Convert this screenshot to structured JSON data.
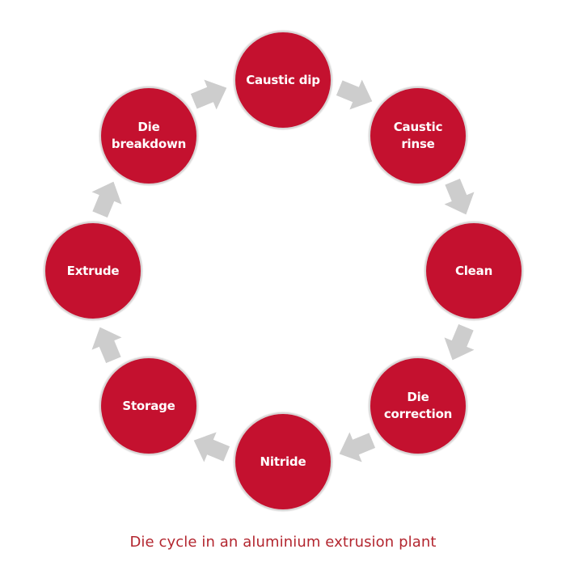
{
  "diagram": {
    "type": "cycle",
    "colors": {
      "node_fill": "#c4112f",
      "node_border": "#d9d6d6",
      "node_text": "#ffffff",
      "arrow": "#cdcdcd",
      "caption": "#b3262f"
    },
    "nodes": [
      {
        "label": "Caustic dip"
      },
      {
        "label": "Caustic\nrinse"
      },
      {
        "label": "Clean"
      },
      {
        "label": "Die\ncorrection"
      },
      {
        "label": "Nitride"
      },
      {
        "label": "Storage"
      },
      {
        "label": "Extrude"
      },
      {
        "label": "Die\nbreakdown"
      }
    ],
    "arrows": [
      {
        "from": "Caustic dip",
        "to": "Caustic rinse",
        "icon": "arrow-right-icon"
      },
      {
        "from": "Caustic rinse",
        "to": "Clean",
        "icon": "arrow-down-icon"
      },
      {
        "from": "Clean",
        "to": "Die correction",
        "icon": "arrow-down-icon"
      },
      {
        "from": "Die correction",
        "to": "Nitride",
        "icon": "arrow-left-icon"
      },
      {
        "from": "Nitride",
        "to": "Storage",
        "icon": "arrow-left-icon"
      },
      {
        "from": "Storage",
        "to": "Extrude",
        "icon": "arrow-up-icon"
      },
      {
        "from": "Extrude",
        "to": "Die breakdown",
        "icon": "arrow-up-icon"
      },
      {
        "from": "Die breakdown",
        "to": "Caustic dip",
        "icon": "arrow-right-icon"
      }
    ]
  },
  "caption": "Die cycle in an aluminium extrusion plant"
}
